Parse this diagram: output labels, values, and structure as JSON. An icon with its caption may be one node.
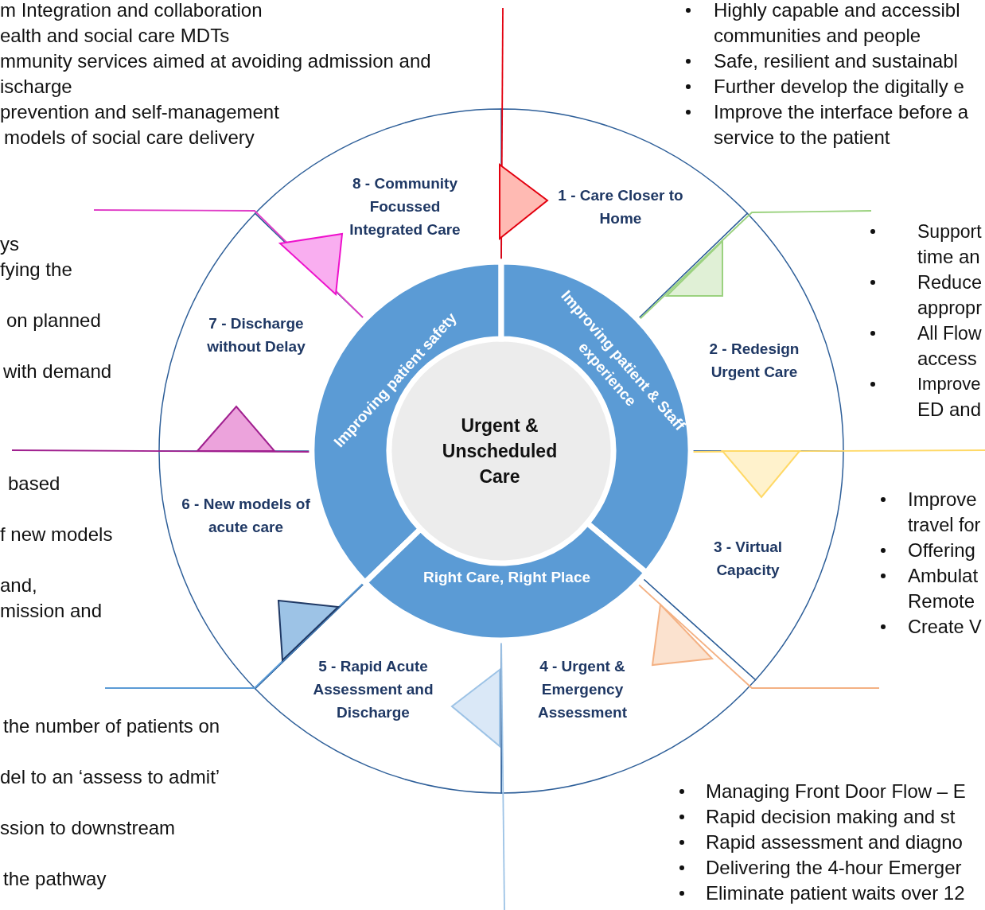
{
  "diagram": {
    "nodes": [
      {
        "text": [
          "Urgent & Unscheduled Care"
        ]
      },
      {
        "text": [
          "Improving patient safety"
        ]
      },
      {
        "text": [
          "Improving patient & Staff experience"
        ]
      },
      {
        "text": [
          "Right Care, Right Place"
        ]
      },
      {
        "text": [
          "1 - Care Closer to Home"
        ]
      },
      {
        "text": [
          "2 - Redesign Urgent Care"
        ]
      },
      {
        "text": [
          "3 - Virtual Capacity"
        ]
      },
      {
        "text": [
          "4 - Urgent & Emergency Assessment"
        ]
      },
      {
        "text": [
          "5 - Rapid Acute Assessment and Discharge"
        ]
      },
      {
        "text": [
          "6 - New models of acute care"
        ]
      },
      {
        "text": [
          "7 - Discharge without Delay"
        ]
      },
      {
        "text": [
          "8 - Community Focussed Integrated Care"
        ]
      }
    ],
    "edges": [],
    "labels": [
      "m Integration and collaboration",
      "ealth and social care MDTs",
      "mmunity services aimed at avoiding admission and",
      "ischarge",
      "prevention and self-management",
      "models of social care delivery",
      "Highly capable and accessibl",
      "communities and people",
      "Safe, resilient and sustainabl",
      "Further develop the digitally e",
      "Improve the interface before a",
      "service to the patient",
      "ys",
      "fying the",
      "on planned",
      "with demand",
      "Support",
      "time an",
      "Reduce",
      "appropr",
      "All Flow",
      "access",
      "Improve",
      "ED and",
      "based",
      "f new models",
      "and,",
      "mission and",
      "Improve",
      "travel for",
      "Offering",
      "Ambulat",
      "Remote",
      "Create V",
      "the number of patients on",
      "del to an ‘assess to admit’",
      "ssion to downstream",
      "the pathway",
      "Managing Front Door Flow – E",
      "Rapid decision making and st",
      "Rapid assessment and diagno",
      "Delivering the 4-hour Emerger",
      "Eliminate patient waits over 12"
    ]
  }
}
